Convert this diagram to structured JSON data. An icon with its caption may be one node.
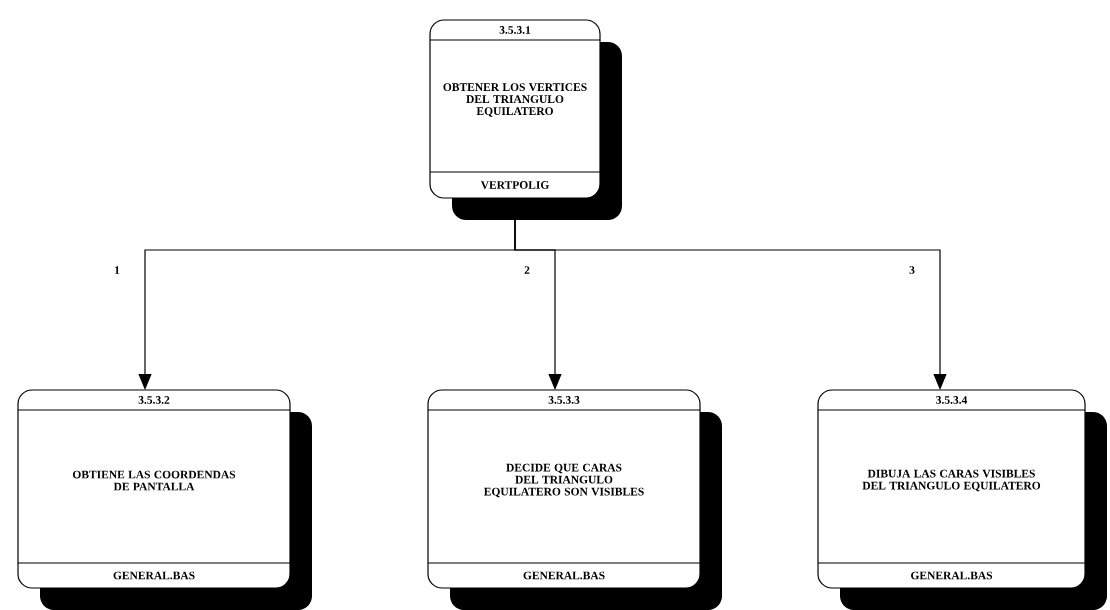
{
  "diagram": {
    "nodes": [
      {
        "text": [
          "3.5.3.1",
          "OBTENER LOS VERTICES DEL TRIANGULO EQUILATERO",
          "VERTPOLIG"
        ]
      },
      {
        "text": [
          "3.5.3.2",
          "OBTIENE LAS COORDENDAS DE PANTALLA",
          "GENERAL.BAS"
        ]
      },
      {
        "text": [
          "3.5.3.3",
          "DECIDE QUE CARAS DEL TRIANGULO EQUILATERO SON VISIBLES",
          "GENERAL.BAS"
        ]
      },
      {
        "text": [
          "3.5.3.4",
          "DIBUJA LAS CARAS VISIBLES DEL TRIANGULO EQUILATERO",
          "GENERAL.BAS"
        ]
      }
    ],
    "edges": [
      {
        "from": 0,
        "to": 1,
        "arrow": "to",
        "label": "1"
      },
      {
        "from": 0,
        "to": 2,
        "arrow": "to",
        "label": "2"
      },
      {
        "from": 0,
        "to": 3,
        "arrow": "to",
        "label": "3"
      }
    ]
  }
}
